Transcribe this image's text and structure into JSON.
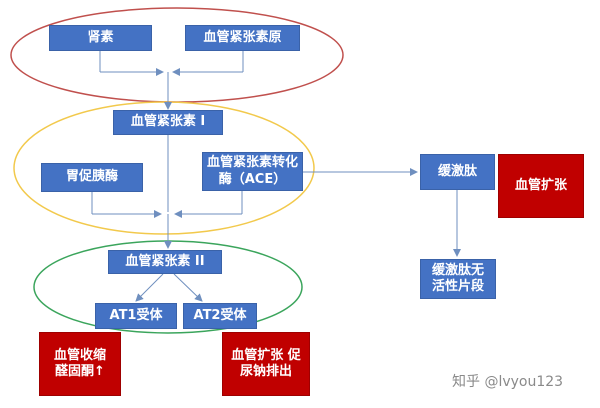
{
  "nodes": {
    "renin": "肾素",
    "angiotensinogen": "血管紧张素原",
    "angiotensin1": "血管紧张素 I",
    "pepsin": "胃促胰酶",
    "ace": "血管紧张素转化酶（ACE）",
    "bradykinin": "缓激肽",
    "vasodilation_top": "血管扩张",
    "angiotensin2": "血管紧张素 II",
    "bradykinin_inactive": "缓激肽无活性片段",
    "at1": "AT1受体",
    "at2": "AT2受体",
    "effect_at1": "血管收缩 醛固酮↑",
    "effect_at2": "血管扩张 促尿钠排出"
  },
  "colors": {
    "box_blue": "#4472c4",
    "box_red": "#c00000",
    "arrow": "#6f8fbf",
    "ellipse_top": "#c0504d",
    "ellipse_middle": "#f2c94c",
    "ellipse_bottom": "#3ba55c"
  },
  "watermark": "知乎 @lvyou123"
}
